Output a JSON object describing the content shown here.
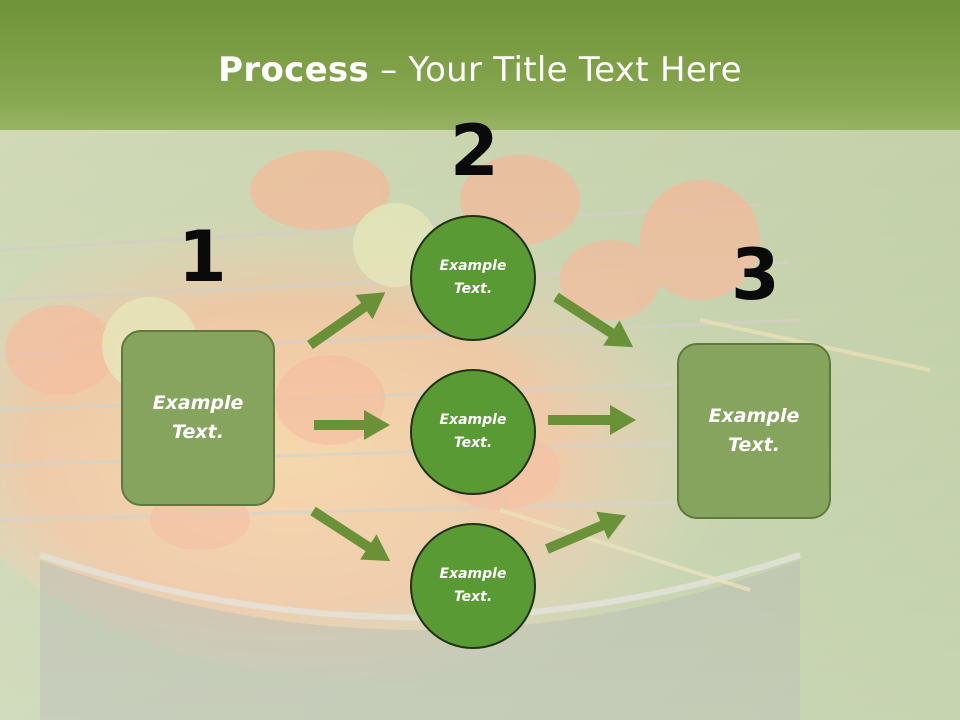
{
  "slide": {
    "title_bold": "Process",
    "title_rest": " – Your Title Text Here",
    "steps": [
      {
        "number": "1",
        "box_text": "Example\nText."
      },
      {
        "number": "2",
        "circles": [
          "Example\nText.",
          "Example\nText.",
          "Example\nText."
        ]
      },
      {
        "number": "3",
        "box_text": "Example\nText."
      }
    ]
  },
  "colors": {
    "title_bar": "#7a9c42",
    "box_fill": "#86a45e",
    "circle_fill": "#5a9a34",
    "arrow": "#5f8c2e"
  },
  "background_image": "grilled-shrimp-skewers-photo"
}
